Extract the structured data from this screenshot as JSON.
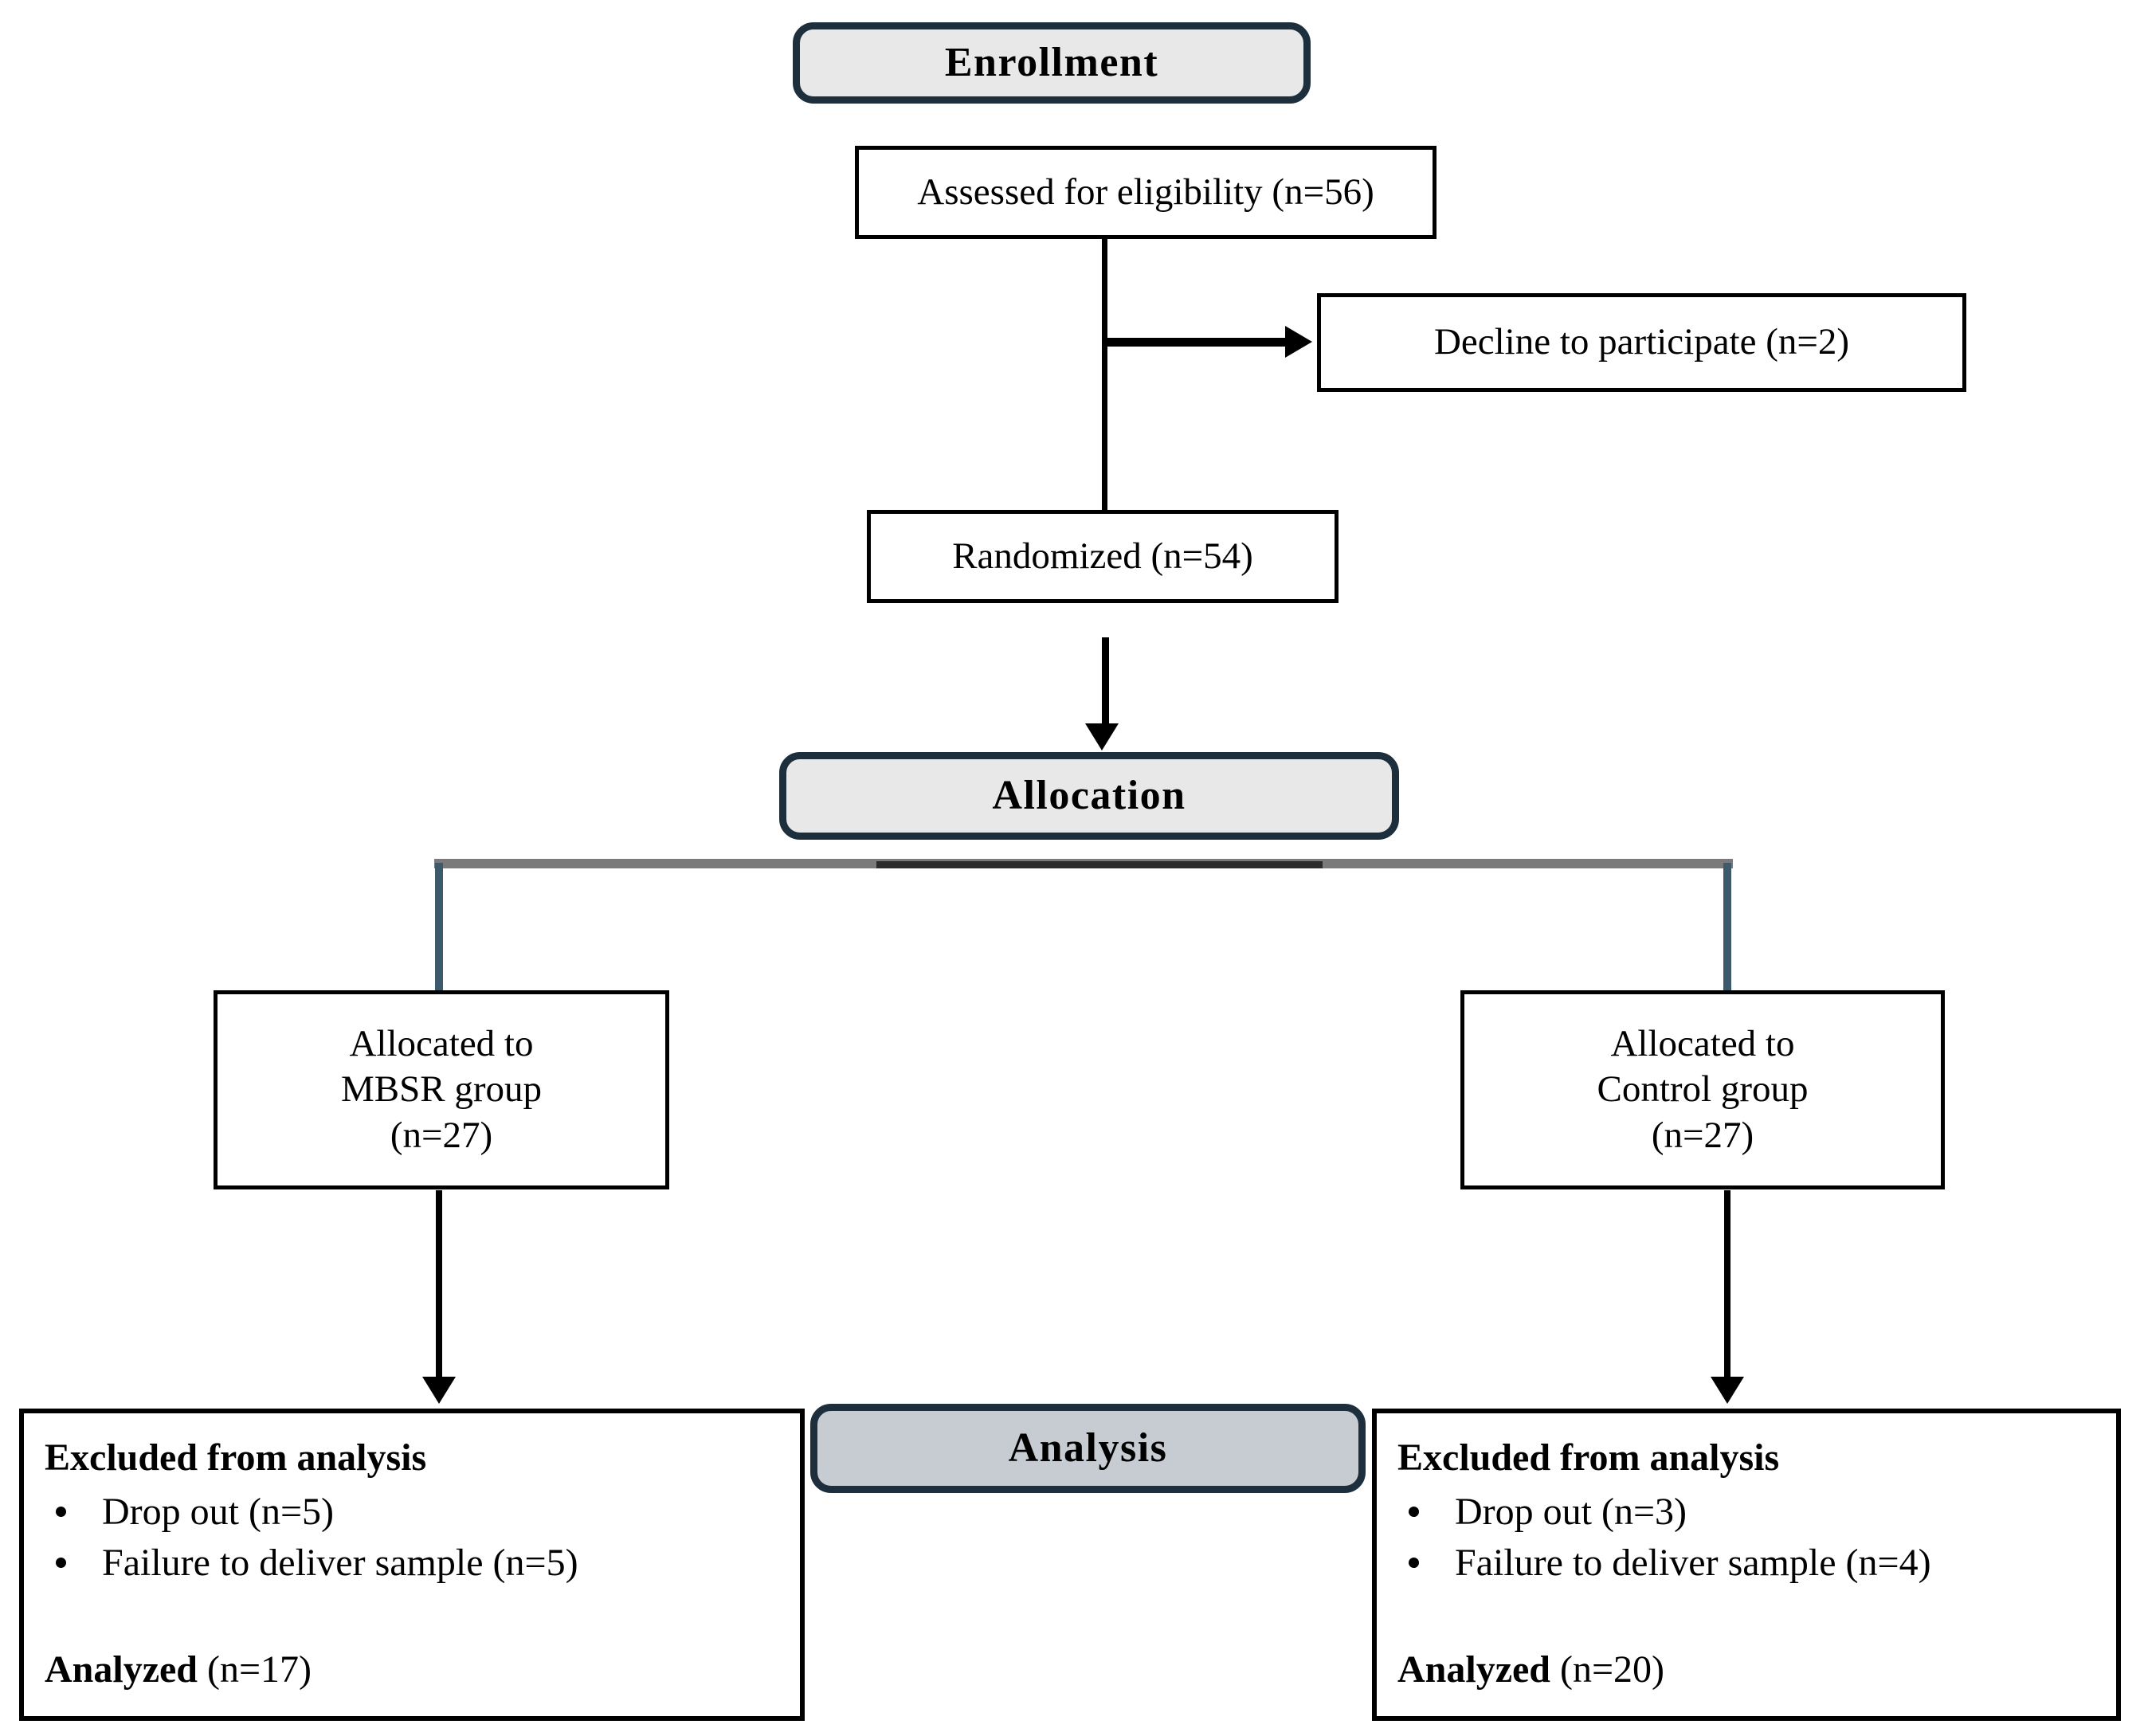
{
  "diagram": {
    "title": "CONSORT participant flow diagram",
    "colors": {
      "stage_border": "#1d2f3d",
      "stage_fill_light": "#e8e8e8",
      "stage_fill_dark": "#c6ccd2",
      "node_border": "#000000",
      "branch_line": "#3c5a6b",
      "split_line": "#7a7a7a"
    },
    "stages": {
      "enrollment": "Enrollment",
      "allocation": "Allocation",
      "analysis": "Analysis"
    },
    "nodes": {
      "assessed": "Assessed for eligibility (n=56)",
      "decline": "Decline to participate (n=2)",
      "randomized": "Randomized (n=54)",
      "allocated_left": "Allocated to\nMBSR group\n(n=27)",
      "allocated_right": "Allocated to\nControl group\n(n=27)"
    },
    "outcomes": {
      "left": {
        "heading": "Excluded from analysis",
        "bullets": [
          "Drop out (n=5)",
          "Failure to deliver sample (n=5)"
        ],
        "analyzed_label": "Analyzed",
        "analyzed_value": " (n=17)"
      },
      "right": {
        "heading": "Excluded from analysis",
        "bullets": [
          "Drop out (n=3)",
          "Failure to deliver sample (n=4)"
        ],
        "analyzed_label": "Analyzed",
        "analyzed_value": " (n=20)"
      }
    }
  }
}
